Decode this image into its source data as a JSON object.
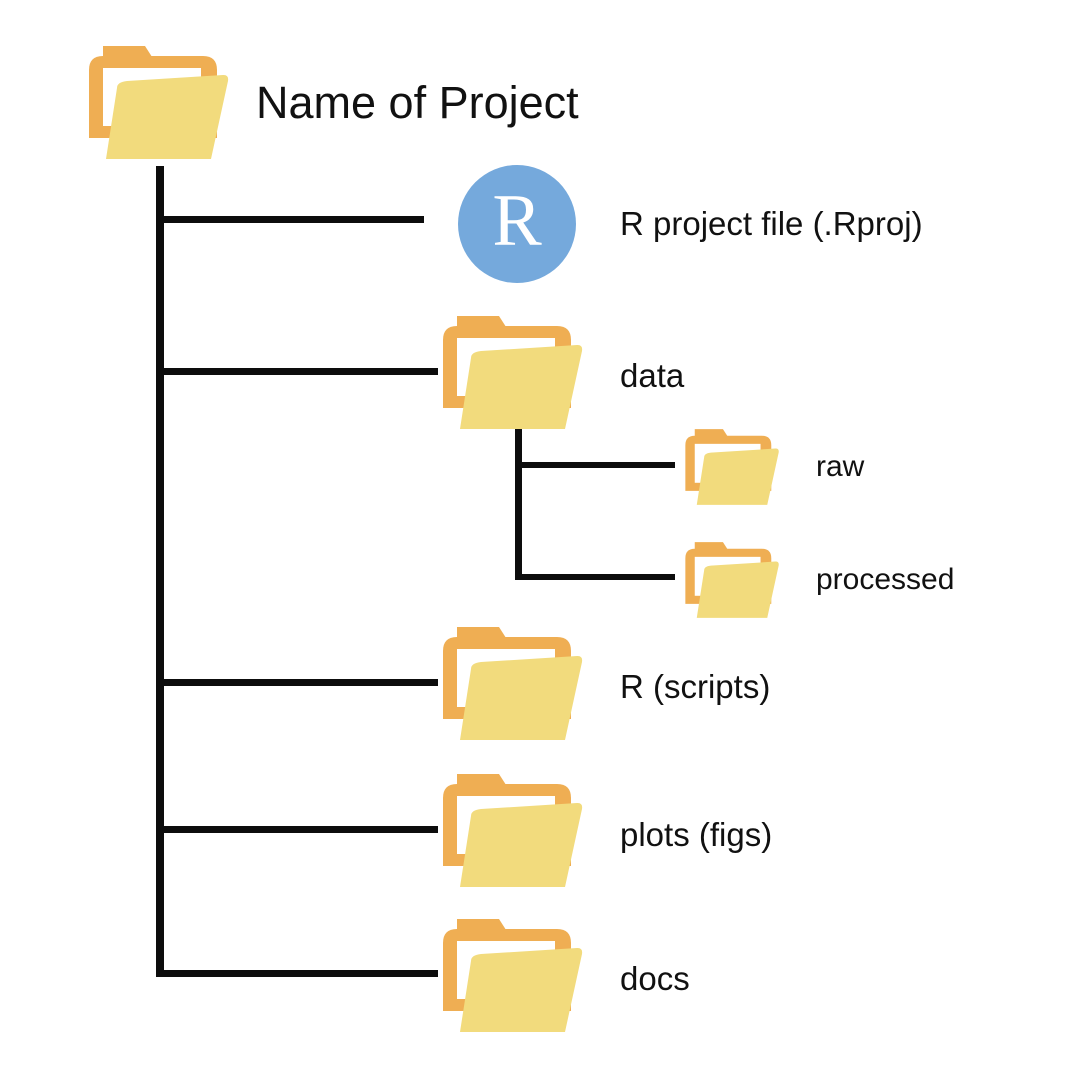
{
  "diagram": {
    "type": "folder-structure-tree",
    "title": "Name of Project",
    "colors": {
      "folder_front": "#f2db7d",
      "folder_back": "#efae53",
      "folder_paper": "#ffffff",
      "line": "#0d0d0d",
      "r_logo_blue": "#75a9dc",
      "text": "#111111",
      "background": "#ffffff"
    },
    "root": {
      "label": "Name of Project",
      "icon": "folder-icon"
    },
    "children": [
      {
        "label": "R project file (.Rproj)",
        "icon": "r-project-logo-icon",
        "level": 1
      },
      {
        "label": "data",
        "icon": "folder-icon",
        "level": 1
      },
      {
        "label": "raw",
        "icon": "folder-icon",
        "level": 2
      },
      {
        "label": "processed",
        "icon": "folder-icon",
        "level": 2
      },
      {
        "label": "R (scripts)",
        "icon": "folder-icon",
        "level": 1
      },
      {
        "label": "plots (figs)",
        "icon": "folder-icon",
        "level": 1
      },
      {
        "label": "docs",
        "icon": "folder-icon",
        "level": 1
      }
    ],
    "r_logo_letter": "R"
  }
}
